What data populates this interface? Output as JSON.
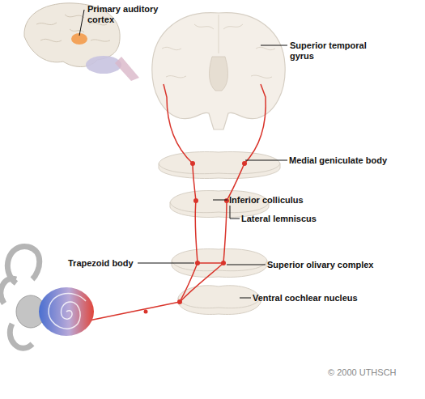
{
  "diagram": {
    "labels": [
      "Primary auditory cortex",
      "Superior temporal gyrus",
      "Medial geniculate body",
      "Inferior colliculus",
      "Lateral lemniscus",
      "Trapezoid body",
      "Superior olivary complex",
      "Ventral cochlear nucleus",
      "© 2000 UTHSCH"
    ]
  }
}
